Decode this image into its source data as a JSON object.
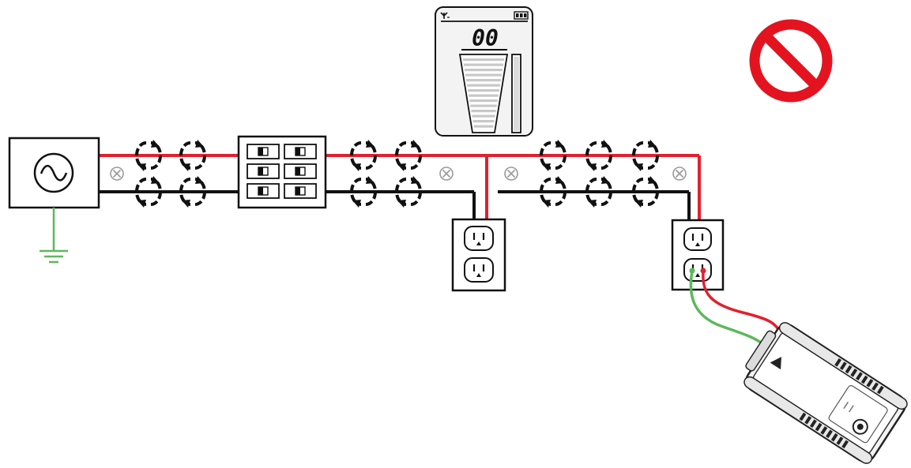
{
  "meter": {
    "reading": "00",
    "signal_icon": "antenna-signal-icon",
    "battery_icon": "battery-icon"
  },
  "prohibited_icon": "no-symbol-icon",
  "colors": {
    "hot_wire": "#e0212e",
    "neutral_wire": "#111111",
    "ground_wire": "#5cb85c",
    "prohibited": "#e3141f",
    "device_body": "#f2f2f2"
  },
  "components": [
    "ac-source-icon",
    "breaker-panel",
    "outlet-1",
    "outlet-2",
    "wire-tracer-transmitter",
    "ground-symbol-icon"
  ]
}
